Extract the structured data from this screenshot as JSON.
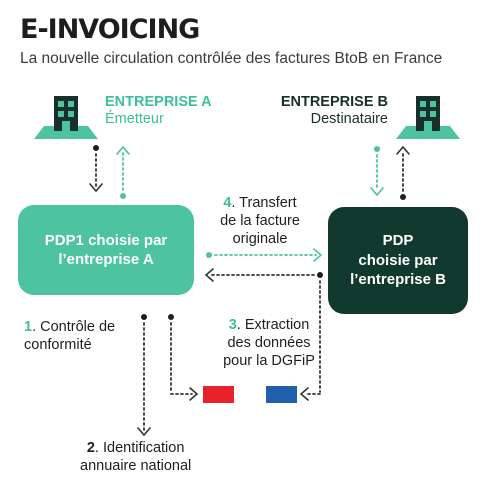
{
  "header": {
    "title": "E-INVOICING",
    "subtitle": "La nouvelle circulation contrôlée des factures BtoB en France"
  },
  "entreprise_a": {
    "name": "ENTREPRISE A",
    "role": "Émetteur",
    "icon": "building-icon"
  },
  "entreprise_b": {
    "name": "ENTREPRISE B",
    "role": "Destinataire",
    "icon": "building-icon"
  },
  "pdp_a": {
    "line1": "PDP1 choisie par",
    "line2": "l’entreprise A"
  },
  "pdp_b": {
    "line1": "PDP",
    "line2": "choisie par",
    "line3": "l’entreprise B"
  },
  "steps": [
    {
      "num": "1",
      "line1": ". Contrôle de",
      "line2": "conformité"
    },
    {
      "num": "2",
      "line1": ". Identification",
      "line2": "annuaire national"
    },
    {
      "num": "3",
      "line1": ". Extraction",
      "line2": "des données",
      "line3": "pour la DGFiP"
    },
    {
      "num": "4",
      "line1": ". Transfert",
      "line2": "de la facture",
      "line3": "originale"
    }
  ],
  "colors": {
    "green": "#4ec3a0",
    "dark_green": "#11392e",
    "flag_red": "#e8222b",
    "flag_blue": "#1f5fae"
  }
}
